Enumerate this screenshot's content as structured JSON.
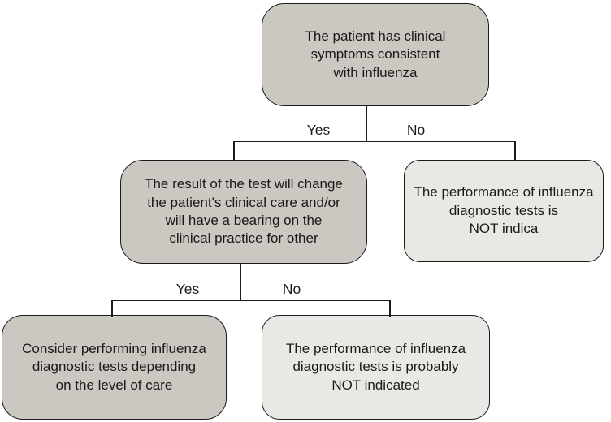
{
  "diagram": {
    "type": "flowchart",
    "topic": "Influenza diagnostic testing decision tree",
    "nodes": [
      {
        "id": "symptoms",
        "text": "The patient has clinical\nsymptoms consistent\nwith influenza",
        "variant": "dark"
      },
      {
        "id": "test-impact",
        "text": "The result of the test will change\nthe patient's clinical care and/or\nwill have a bearing on the\nclinical practice for other",
        "variant": "dark"
      },
      {
        "id": "not-indicated",
        "text": "The performance of influenza\ndiagnostic tests is\nNOT indica",
        "variant": "light"
      },
      {
        "id": "consider-testing",
        "text": "Consider performing influenza\ndiagnostic tests depending\non the level of care",
        "variant": "dark"
      },
      {
        "id": "probably-not-indicated",
        "text": "The performance of influenza\ndiagnostic tests is probably\nNOT indicated",
        "variant": "light"
      }
    ],
    "branches": [
      {
        "from": "symptoms",
        "yes_label": "Yes",
        "no_label": "No",
        "yes_to": "test-impact",
        "no_to": "not-indicated"
      },
      {
        "from": "test-impact",
        "yes_label": "Yes",
        "no_label": "No",
        "yes_to": "consider-testing",
        "no_to": "probably-not-indicated"
      }
    ],
    "colors": {
      "node_dark_fill": "#cbc7c1",
      "node_light_fill": "#e9e8e5",
      "border": "#1a1a1a",
      "text": "#1a1a1a",
      "background": "#ffffff"
    }
  }
}
